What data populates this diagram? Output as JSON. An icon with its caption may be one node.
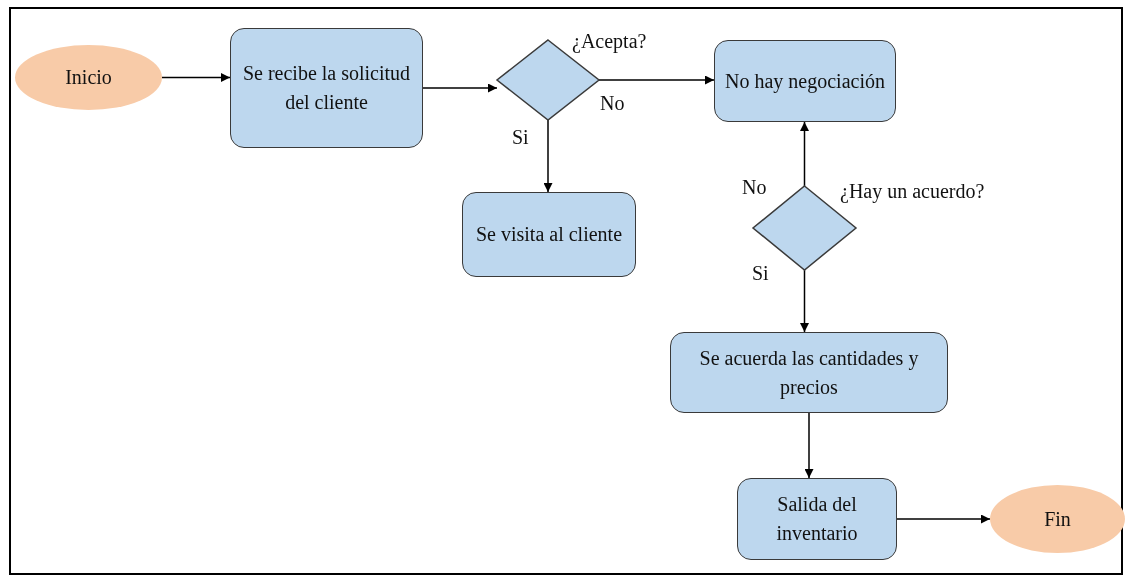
{
  "diagram": {
    "nodes": [
      {
        "text": [
          "Inicio"
        ]
      },
      {
        "text": [
          "Se recibe la solicitud del cliente"
        ]
      },
      {
        "text": [],
        "shape": "diamond",
        "beside": [
          "¿Acepta?"
        ]
      },
      {
        "text": [
          "No hay negociación"
        ]
      },
      {
        "text": [
          "Se visita al cliente"
        ]
      },
      {
        "text": [],
        "shape": "diamond",
        "beside": [
          "¿Hay un acuerdo?"
        ]
      },
      {
        "text": [
          "Se acuerda las cantidades y precios"
        ]
      },
      {
        "text": [
          "Salida del inventario"
        ]
      },
      {
        "text": [
          "Fin"
        ]
      }
    ],
    "edges": [
      {
        "from": 0,
        "to": 1,
        "arrow": "to"
      },
      {
        "from": 1,
        "to": 2,
        "arrow": "to"
      },
      {
        "from": 2,
        "to": 3,
        "arrow": "to",
        "label": "No"
      },
      {
        "from": 2,
        "to": 4,
        "arrow": "to",
        "label": "Si"
      },
      {
        "from": 5,
        "to": 3,
        "arrow": "to",
        "label": "No"
      },
      {
        "from": 5,
        "to": 6,
        "arrow": "to",
        "label": "Si"
      },
      {
        "from": 6,
        "to": 7,
        "arrow": "to"
      },
      {
        "from": 7,
        "to": 8,
        "arrow": "to"
      }
    ]
  }
}
